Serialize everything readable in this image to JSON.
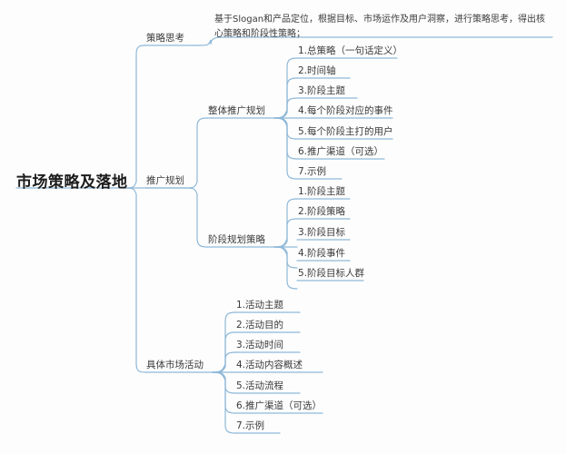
{
  "colors": {
    "line": "#8fb8d8",
    "text": "#3a3a3a",
    "root_text": "#1c1c1c",
    "background": "#fdfdfd"
  },
  "root": {
    "label": "市场策略及落地"
  },
  "branches": [
    {
      "label": "策略思考",
      "description": "基于Slogan和产品定位，根据目标、市场运作及用户洞察，进行策略思考，得出核心策略和阶段性策略；"
    },
    {
      "label": "推广规划",
      "subbranches": [
        {
          "label": "整体推广规划",
          "items": [
            "1.总策略（一句话定义）",
            "2.时间轴",
            "3.阶段主题",
            "4.每个阶段对应的事件",
            "5.每个阶段主打的用户",
            "6.推广渠道（可选）",
            "7.示例"
          ]
        },
        {
          "label": "阶段规划策略",
          "items": [
            "1.阶段主题",
            "2.阶段策略",
            "3.阶段目标",
            "4.阶段事件",
            "5.阶段目标人群"
          ]
        }
      ]
    },
    {
      "label": "具体市场活动",
      "items": [
        "1.活动主题",
        "2.活动目的",
        "3.活动时间",
        "4.活动内容概述",
        "5.活动流程",
        "6.推广渠道（可选）",
        "7.示例"
      ]
    }
  ]
}
